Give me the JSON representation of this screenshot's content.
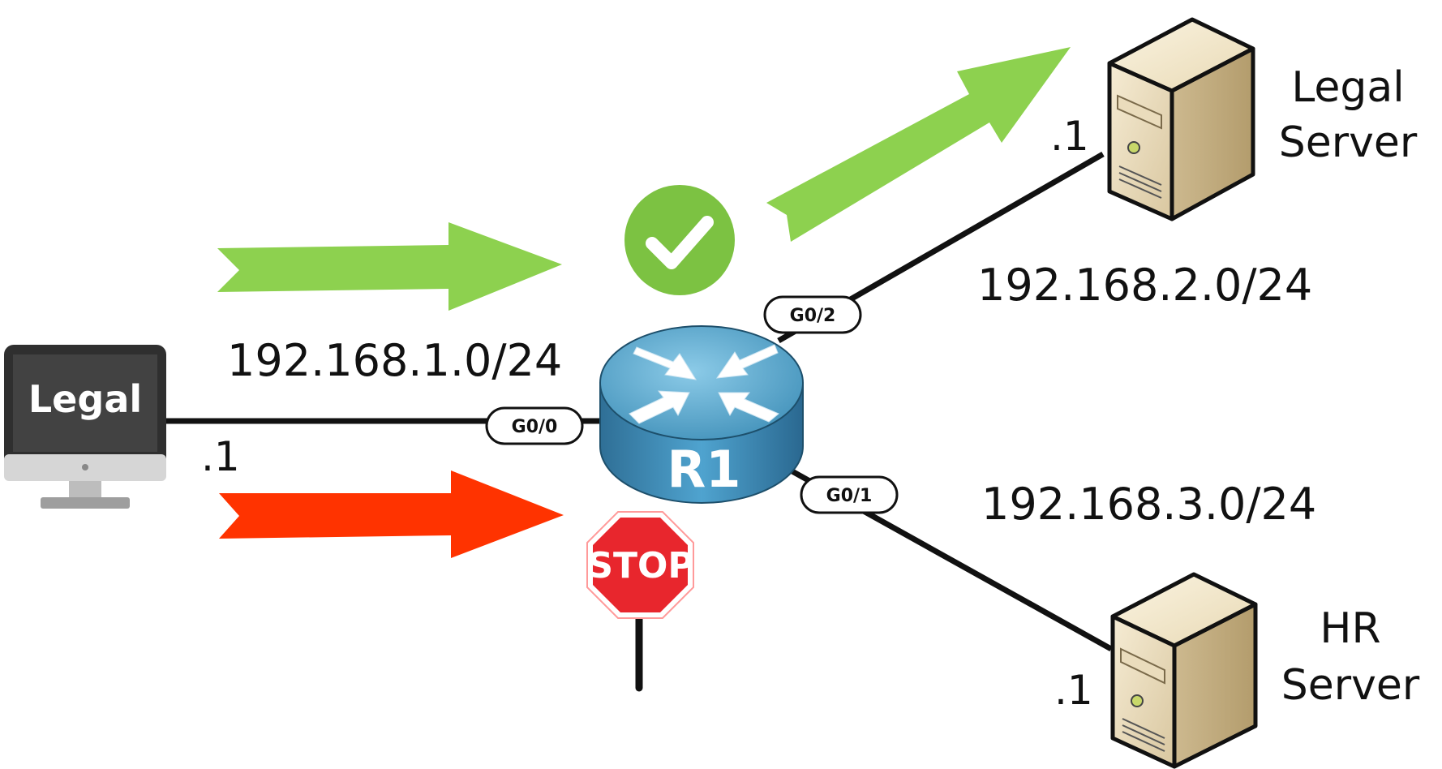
{
  "diagram": {
    "pc": {
      "label": "Legal",
      "host_id": ".1"
    },
    "router": {
      "label": "R1"
    },
    "ports": {
      "g0_0": "G0/0",
      "g0_1": "G0/1",
      "g0_2": "G0/2"
    },
    "networks": {
      "left": "192.168.1.0/24",
      "top_right": "192.168.2.0/24",
      "bottom_right": "192.168.3.0/24"
    },
    "servers": {
      "legal": {
        "line1": "Legal",
        "line2": "Server",
        "host_id": ".1"
      },
      "hr": {
        "line1": "HR",
        "line2": "Server",
        "host_id": ".1"
      }
    },
    "stop_sign": {
      "text": "STOP"
    },
    "colors": {
      "allow_arrow": "#8dd14f",
      "deny_arrow": "#ff3300",
      "check_circle": "#7cc242",
      "stop_red": "#e8262d",
      "router_blue": "#3f8fb8"
    }
  }
}
